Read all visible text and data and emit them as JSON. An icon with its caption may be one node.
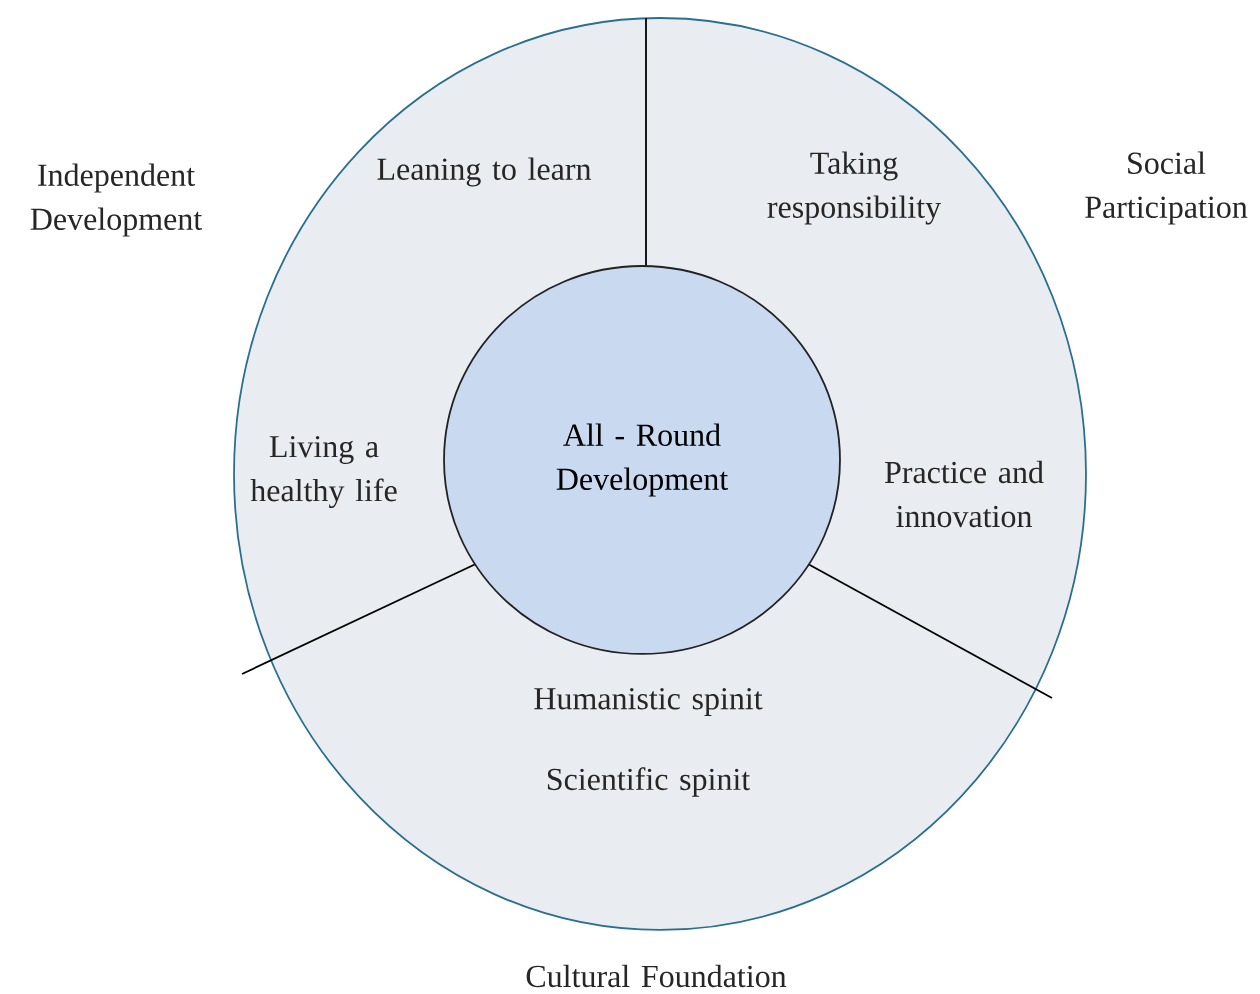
{
  "diagram": {
    "nodes": [
      {
        "text": [],
        "shape": "circle"
      },
      {
        "text": [
          "All - Round Development"
        ],
        "in": 0
      }
    ],
    "labels": [
      "Independent Development",
      "Social Participation",
      "Leaning to learn",
      "Taking responsibility",
      "Living a healthy life",
      "Practice and innovation",
      "Humanistic spinit",
      "Scientific spinit",
      "Cultural Foundation"
    ]
  }
}
